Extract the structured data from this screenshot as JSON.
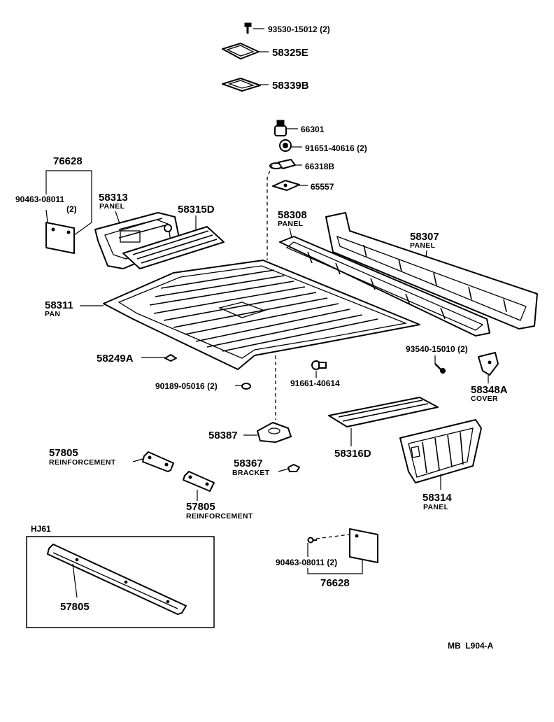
{
  "diagram": {
    "footer_code": "MB  L904-A",
    "inset_label": "HJ61",
    "parts": [
      {
        "id": "bolt-top",
        "number": "93530-15012",
        "qty": "(2)",
        "description": ""
      },
      {
        "id": "plate-e",
        "number": "58325E",
        "qty": "",
        "description": ""
      },
      {
        "id": "plate-b",
        "number": "58339B",
        "qty": "",
        "description": ""
      },
      {
        "id": "hook-66301",
        "number": "66301",
        "qty": "",
        "description": ""
      },
      {
        "id": "nut-91651",
        "number": "91651-40616",
        "qty": "(2)",
        "description": ""
      },
      {
        "id": "bracket-66318b",
        "number": "66318B",
        "qty": "",
        "description": ""
      },
      {
        "id": "plate-65557",
        "number": "65557",
        "qty": "",
        "description": ""
      },
      {
        "id": "cover-76628-top",
        "number": "76628",
        "qty": "",
        "description": ""
      },
      {
        "id": "screw-90463-top",
        "number": "90463-08011",
        "qty": "(2)",
        "description": ""
      },
      {
        "id": "panel-58313",
        "number": "58313",
        "qty": "",
        "description": "PANEL"
      },
      {
        "id": "panel-58315d",
        "number": "58315D",
        "qty": "",
        "description": ""
      },
      {
        "id": "panel-58308",
        "number": "58308",
        "qty": "",
        "description": "PANEL"
      },
      {
        "id": "panel-58307",
        "number": "58307",
        "qty": "",
        "description": "PANEL"
      },
      {
        "id": "pan-58311",
        "number": "58311",
        "qty": "",
        "description": "PAN"
      },
      {
        "id": "pad-58249a",
        "number": "58249A",
        "qty": "",
        "description": ""
      },
      {
        "id": "bolt-93540",
        "number": "93540-15010",
        "qty": "(2)",
        "description": ""
      },
      {
        "id": "cover-58348a",
        "number": "58348A",
        "qty": "",
        "description": "COVER"
      },
      {
        "id": "clip-90189",
        "number": "90189-05016",
        "qty": "(2)",
        "description": ""
      },
      {
        "id": "bolt-91661",
        "number": "91661-40614",
        "qty": "",
        "description": ""
      },
      {
        "id": "bracket-58387",
        "number": "58387",
        "qty": "",
        "description": ""
      },
      {
        "id": "panel-58316d",
        "number": "58316D",
        "qty": "",
        "description": ""
      },
      {
        "id": "reinf-57805-a",
        "number": "57805",
        "qty": "",
        "description": "REINFORCEMENT"
      },
      {
        "id": "bracket-58367",
        "number": "58367",
        "qty": "",
        "description": "BRACKET"
      },
      {
        "id": "panel-58314",
        "number": "58314",
        "qty": "",
        "description": "PANEL"
      },
      {
        "id": "reinf-57805-b",
        "number": "57805",
        "qty": "",
        "description": "REINFORCEMENT"
      },
      {
        "id": "screw-90463-bottom",
        "number": "90463-08011",
        "qty": "(2)",
        "description": ""
      },
      {
        "id": "cover-76628-bottom",
        "number": "76628",
        "qty": "",
        "description": ""
      },
      {
        "id": "reinf-57805-hj61",
        "number": "57805",
        "qty": "",
        "description": ""
      }
    ]
  }
}
